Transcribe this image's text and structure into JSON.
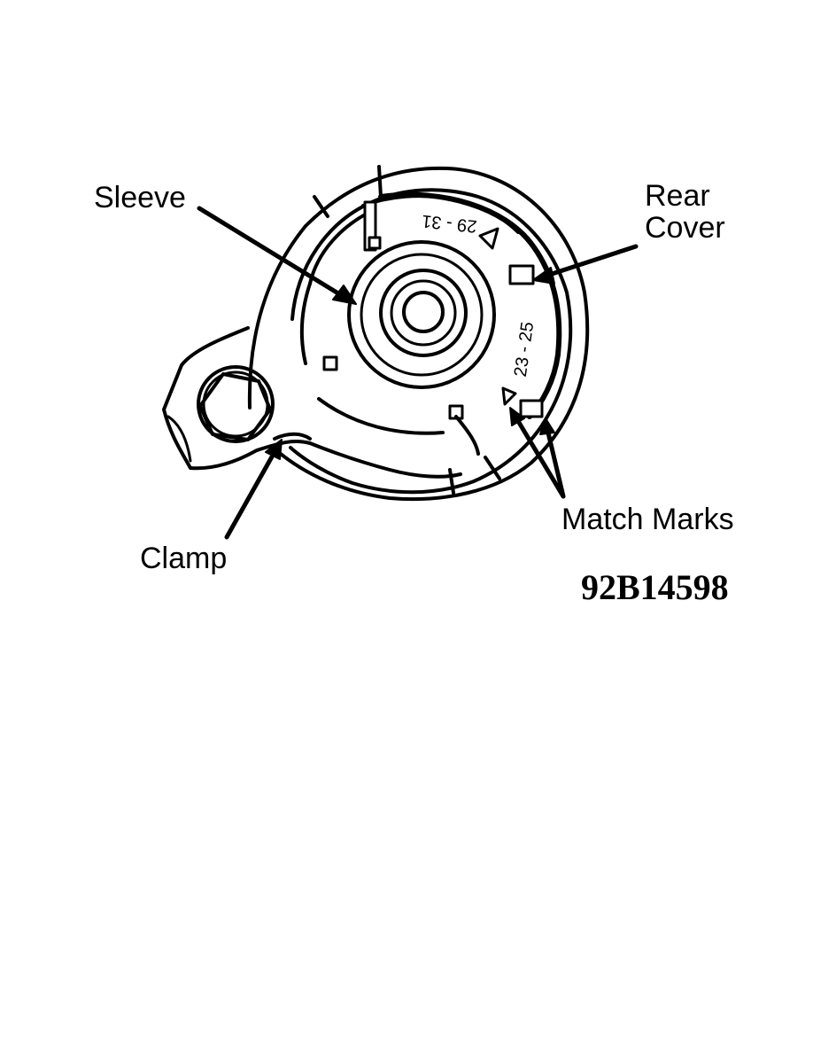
{
  "labels": {
    "sleeve": "Sleeve",
    "rear_cover": [
      "Rear",
      "Cover"
    ],
    "match_marks": "Match Marks",
    "clamp": "Clamp"
  },
  "figure_number": "92B14598",
  "scale_marks": {
    "top": "29 - 31",
    "right": "23 - 25"
  },
  "colors": {
    "ink": "#000000",
    "background": "#ffffff"
  }
}
